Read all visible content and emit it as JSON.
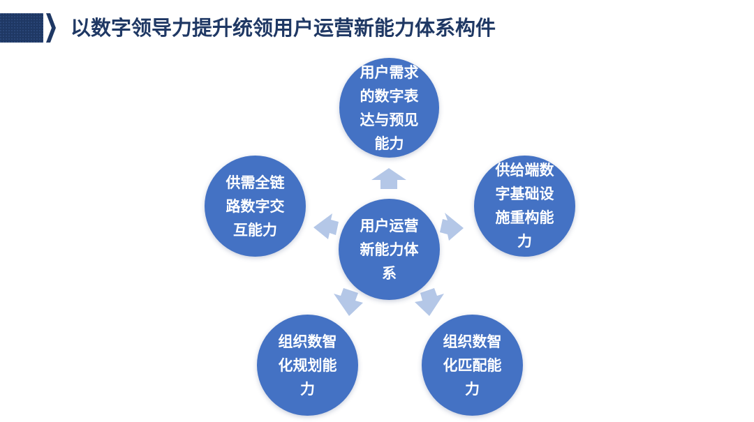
{
  "title": "以数字领导力提升统领用户运营新能力体系构件",
  "colors": {
    "title": "#1f3864",
    "header_block": "#1f3864",
    "circle_fill": "#4472c4",
    "circle_text": "#ffffff",
    "arrow_fill": "#b4c7e7"
  },
  "diagram": {
    "center": {
      "text": "用户运营\n新能力体\n系"
    },
    "top": {
      "text": "用户需求\n的数字表\n达与预见\n能力"
    },
    "right": {
      "text": "供给端数\n字基础设\n施重构能\n力"
    },
    "left": {
      "text": "供需全链\n路数字交\n互能力"
    },
    "bottom_left": {
      "text": "组织数智\n化规划能\n力"
    },
    "bottom_right": {
      "text": "组织数智\n化匹配能\n力"
    }
  }
}
